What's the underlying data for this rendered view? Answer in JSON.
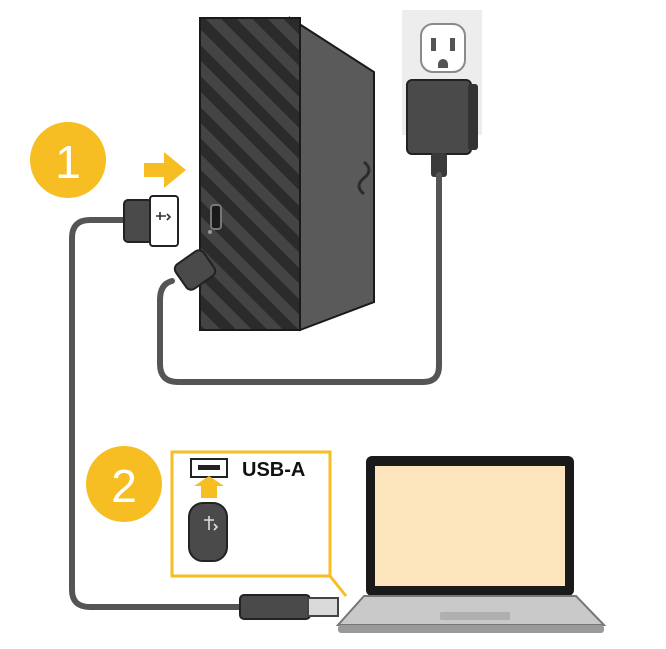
{
  "steps": [
    {
      "number": "1"
    },
    {
      "number": "2"
    }
  ],
  "callout": {
    "port_label": "USB-A"
  },
  "colors": {
    "accent": "#F6BE22",
    "drive_body": "#2B2B2B",
    "drive_side": "#5A5A5A",
    "cable": "#555555",
    "outlet_plate": "#EDEDED",
    "screen": "#FCE4BD",
    "laptop_base": "#C9C9C9"
  },
  "icons": [
    "seagate-logo-icon",
    "usb-superspeed-icon",
    "arrow-right-icon",
    "arrow-up-icon"
  ]
}
